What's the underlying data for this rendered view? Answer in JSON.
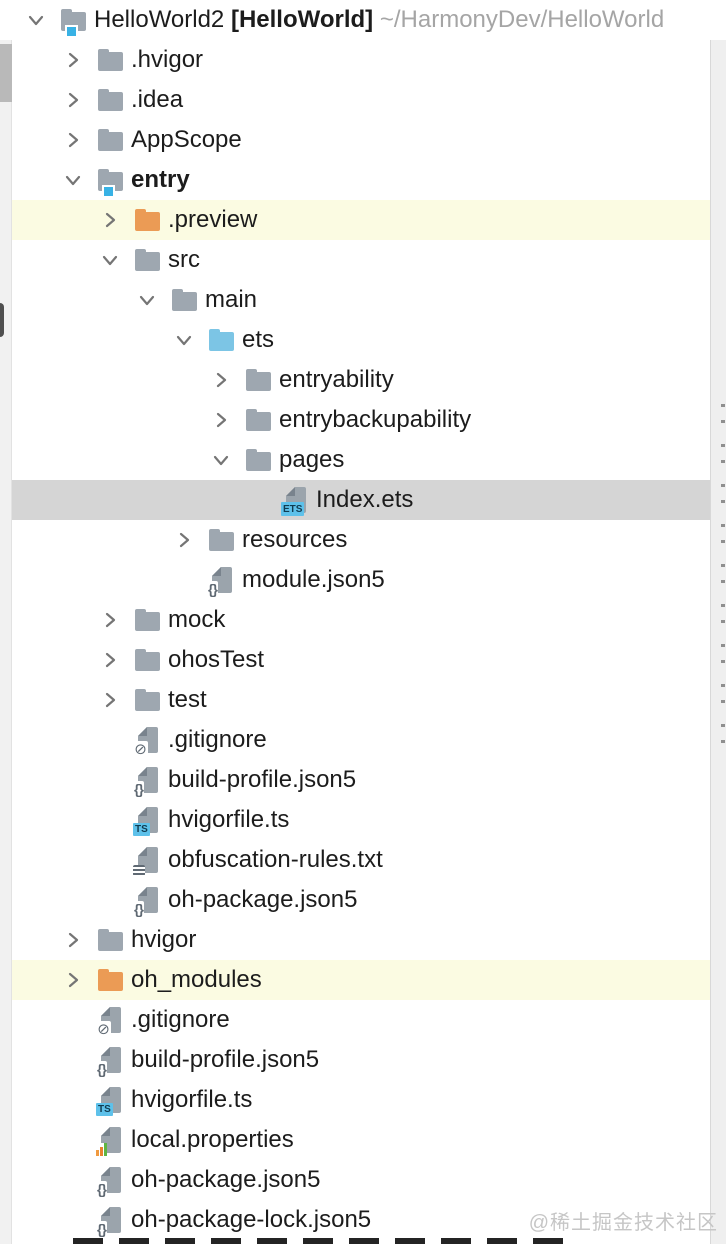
{
  "window": {
    "watermark": "@稀土掘金技术社区"
  },
  "project_tree": {
    "root": {
      "name": "HelloWorld2",
      "bracket": "[HelloWorld]",
      "path": "~/HarmonyDev/HelloWorld"
    },
    "rows": [
      {
        "type": "project",
        "level": 0,
        "chevron": "expanded",
        "icon": "module-folder",
        "label": "HelloWorld2 [HelloWorld] ~/HarmonyDev/HelloWorld"
      },
      {
        "label": ".hvigor",
        "level": 1,
        "chevron": "collapsed",
        "icon": "folder"
      },
      {
        "label": ".idea",
        "level": 1,
        "chevron": "collapsed",
        "icon": "folder"
      },
      {
        "label": "AppScope",
        "level": 1,
        "chevron": "collapsed",
        "icon": "folder"
      },
      {
        "label": "entry",
        "level": 1,
        "chevron": "expanded",
        "icon": "module-folder",
        "bold": true
      },
      {
        "label": ".preview",
        "level": 2,
        "chevron": "collapsed",
        "icon": "folder-excluded",
        "highlight": "excluded"
      },
      {
        "label": "src",
        "level": 2,
        "chevron": "expanded",
        "icon": "folder"
      },
      {
        "label": "main",
        "level": 3,
        "chevron": "expanded",
        "icon": "folder"
      },
      {
        "label": "ets",
        "level": 4,
        "chevron": "expanded",
        "icon": "folder-source"
      },
      {
        "label": "entryability",
        "level": 5,
        "chevron": "collapsed",
        "icon": "folder"
      },
      {
        "label": "entrybackupability",
        "level": 5,
        "chevron": "collapsed",
        "icon": "folder"
      },
      {
        "label": "pages",
        "level": 5,
        "chevron": "expanded",
        "icon": "folder"
      },
      {
        "label": "Index.ets",
        "level": 6,
        "chevron": "none",
        "icon": "file-ets",
        "highlight": "selected"
      },
      {
        "label": "resources",
        "level": 4,
        "chevron": "collapsed",
        "icon": "folder"
      },
      {
        "label": "module.json5",
        "level": 4,
        "chevron": "none",
        "icon": "file-json"
      },
      {
        "label": "mock",
        "level": 2,
        "chevron": "collapsed",
        "icon": "folder"
      },
      {
        "label": "ohosTest",
        "level": 2,
        "chevron": "collapsed",
        "icon": "folder"
      },
      {
        "label": "test",
        "level": 2,
        "chevron": "collapsed",
        "icon": "folder"
      },
      {
        "label": ".gitignore",
        "level": 2,
        "chevron": "none",
        "icon": "file-ignore"
      },
      {
        "label": "build-profile.json5",
        "level": 2,
        "chevron": "none",
        "icon": "file-json"
      },
      {
        "label": "hvigorfile.ts",
        "level": 2,
        "chevron": "none",
        "icon": "file-ts"
      },
      {
        "label": "obfuscation-rules.txt",
        "level": 2,
        "chevron": "none",
        "icon": "file-text"
      },
      {
        "label": "oh-package.json5",
        "level": 2,
        "chevron": "none",
        "icon": "file-json"
      },
      {
        "label": "hvigor",
        "level": 1,
        "chevron": "collapsed",
        "icon": "folder"
      },
      {
        "label": "oh_modules",
        "level": 1,
        "chevron": "collapsed",
        "icon": "folder-excluded",
        "highlight": "excluded"
      },
      {
        "label": ".gitignore",
        "level": 1,
        "chevron": "none",
        "icon": "file-ignore"
      },
      {
        "label": "build-profile.json5",
        "level": 1,
        "chevron": "none",
        "icon": "file-json"
      },
      {
        "label": "hvigorfile.ts",
        "level": 1,
        "chevron": "none",
        "icon": "file-ts"
      },
      {
        "label": "local.properties",
        "level": 1,
        "chevron": "none",
        "icon": "file-properties"
      },
      {
        "label": "oh-package.json5",
        "level": 1,
        "chevron": "none",
        "icon": "file-json"
      },
      {
        "label": "oh-package-lock.json5",
        "level": 1,
        "chevron": "none",
        "icon": "file-json"
      }
    ]
  },
  "colors": {
    "folder_gray": "#9ea7b0",
    "folder_orange": "#eb9b55",
    "folder_blue": "#7cc5e5",
    "module_badge_blue": "#38b2e5",
    "ets_badge_blue": "#5ec1ea",
    "row_selected": "#d5d5d5",
    "row_excluded": "#fbfbe2",
    "chevron_gray": "#757575",
    "path_gray": "#a5a5a5"
  }
}
